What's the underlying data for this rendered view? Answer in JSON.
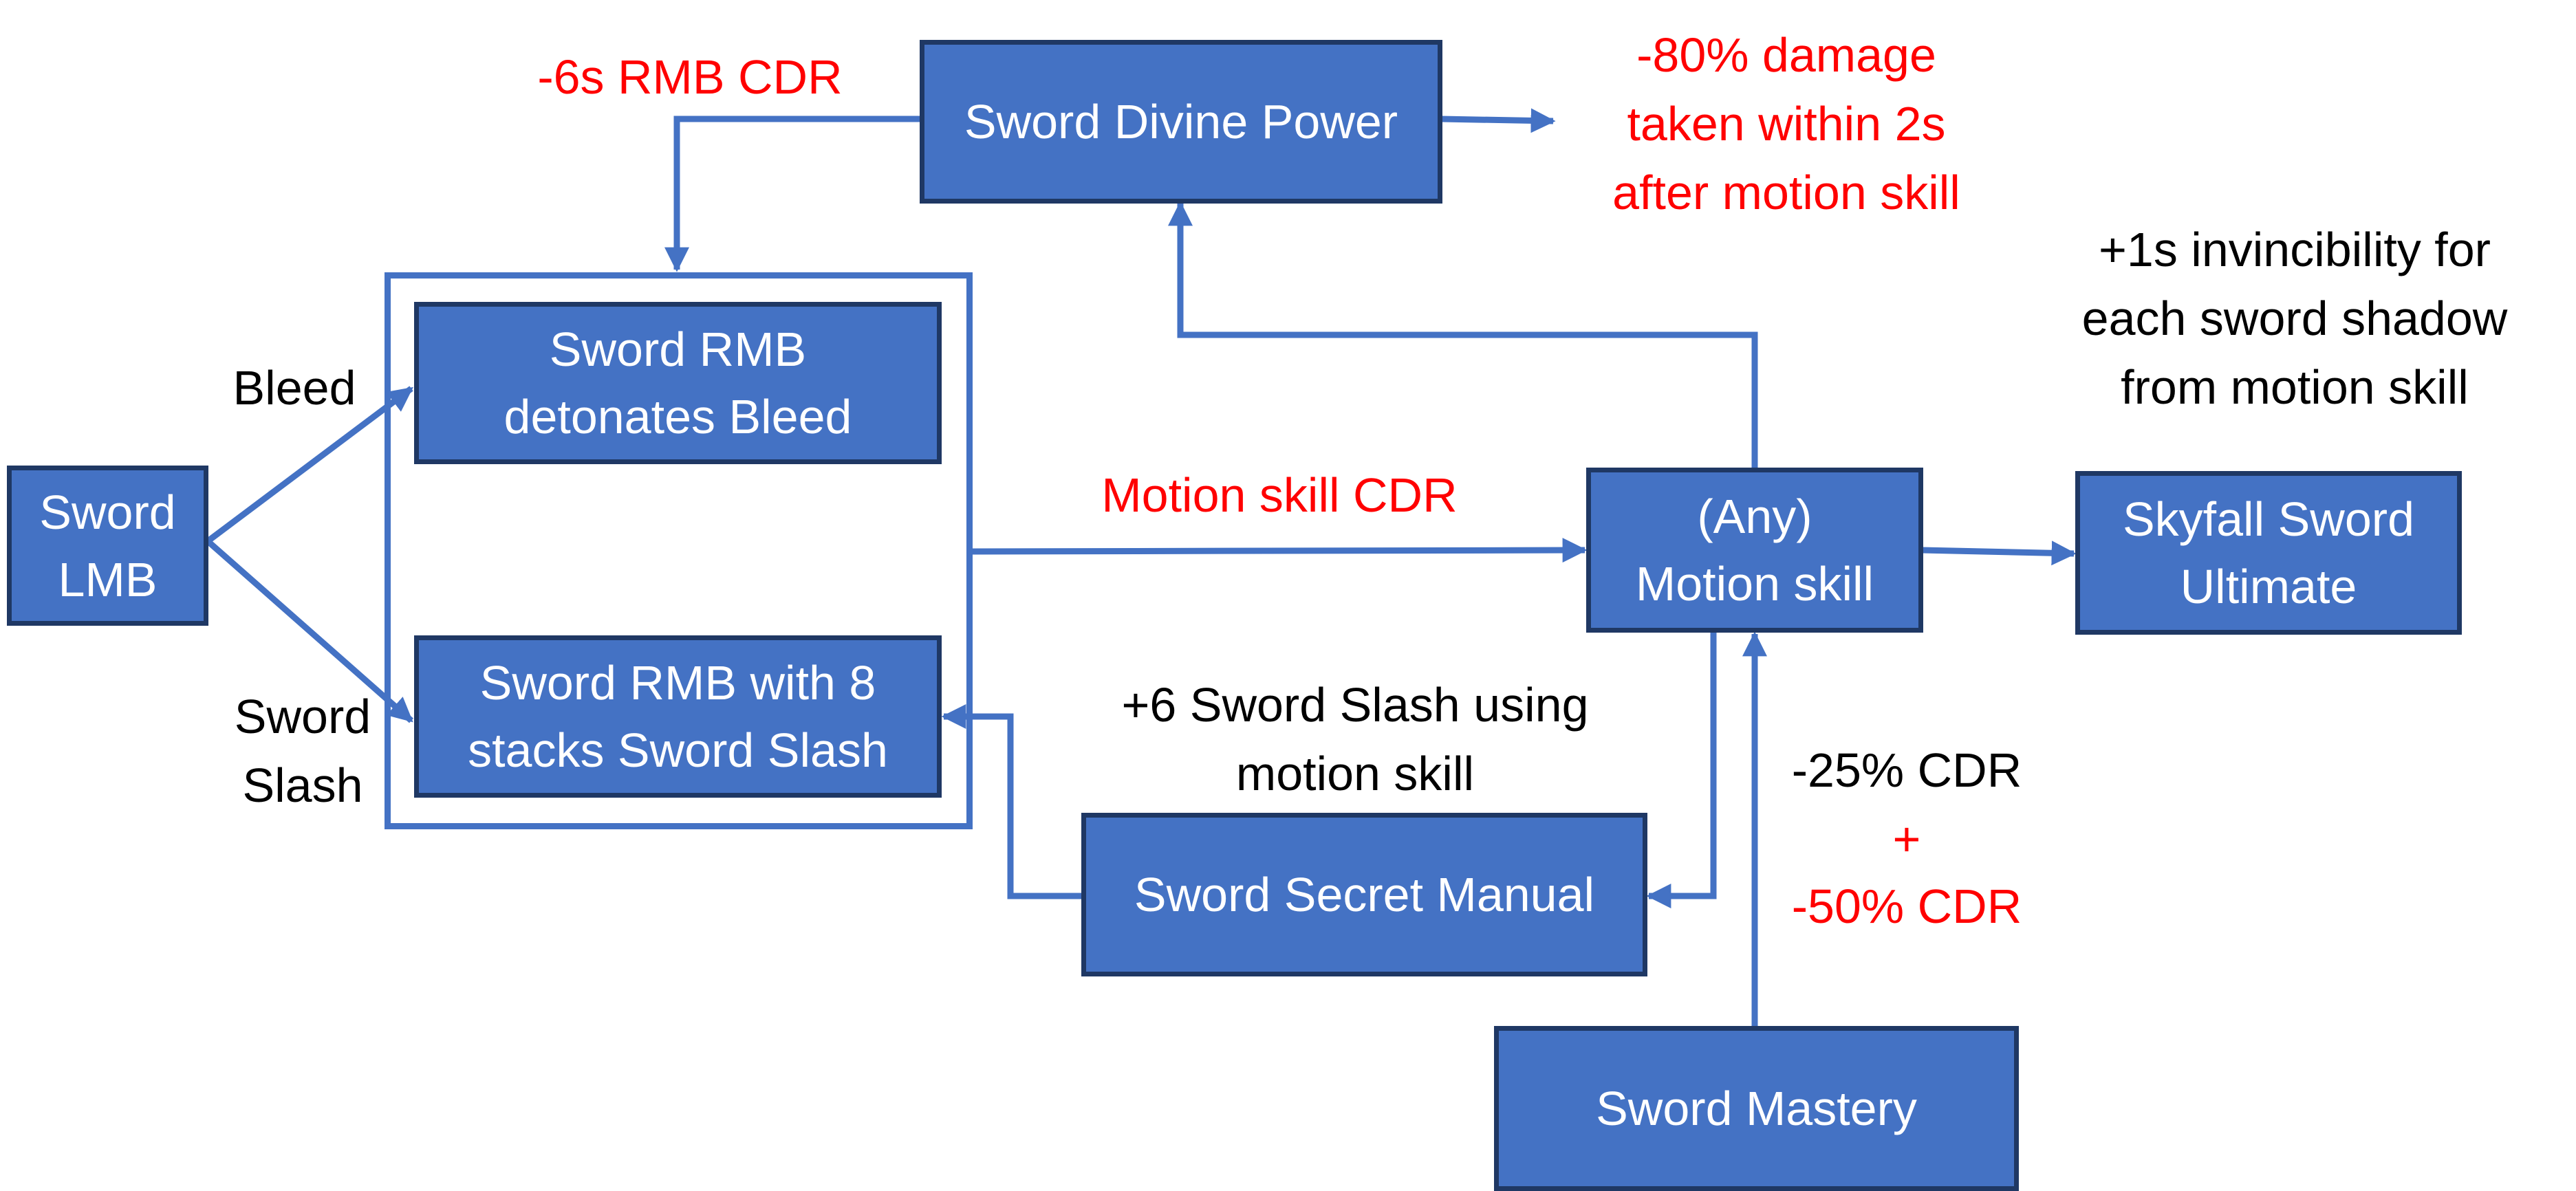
{
  "diagram": {
    "colors": {
      "node_fill": "#4472c4",
      "node_border": "#1f3864",
      "edge": "#4472c4",
      "highlight_text": "#ff0000",
      "text": "#000000"
    },
    "nodes": {
      "sword_lmb": {
        "lines": [
          "Sword",
          "LMB"
        ]
      },
      "rmb_detonates": {
        "lines": [
          "Sword RMB",
          "detonates Bleed"
        ]
      },
      "rmb_with_8": {
        "lines": [
          "Sword RMB with 8",
          "stacks Sword Slash"
        ]
      },
      "divine_power": {
        "lines": [
          "Sword Divine Power"
        ]
      },
      "motion_skill": {
        "lines": [
          "(Any)",
          "Motion skill"
        ]
      },
      "skyfall": {
        "lines": [
          "Skyfall Sword",
          "Ultimate"
        ]
      },
      "secret_manual": {
        "lines": [
          "Sword Secret Manual"
        ]
      },
      "mastery": {
        "lines": [
          "Sword Mastery"
        ]
      }
    },
    "labels": {
      "bleed": {
        "lines": [
          "Bleed"
        ]
      },
      "sword_slash": {
        "lines": [
          "Sword",
          "Slash"
        ]
      },
      "rmb_cdr": {
        "lines": [
          "-6s RMB CDR"
        ]
      },
      "damage_taken": {
        "lines": [
          "-80% damage",
          "taken within 2s",
          "after motion skill"
        ]
      },
      "motion_cdr": {
        "lines": [
          "Motion skill CDR"
        ]
      },
      "invincibility": {
        "lines": [
          "+1s invincibility for",
          "each sword shadow",
          "from motion skill"
        ]
      },
      "plus_six_slash": {
        "lines": [
          "+6 Sword Slash using",
          "motion skill"
        ]
      },
      "cdr_25": {
        "lines": [
          "-25% CDR"
        ]
      },
      "cdr_plus": {
        "lines": [
          "+"
        ]
      },
      "cdr_50": {
        "lines": [
          "-50% CDR"
        ]
      }
    }
  }
}
